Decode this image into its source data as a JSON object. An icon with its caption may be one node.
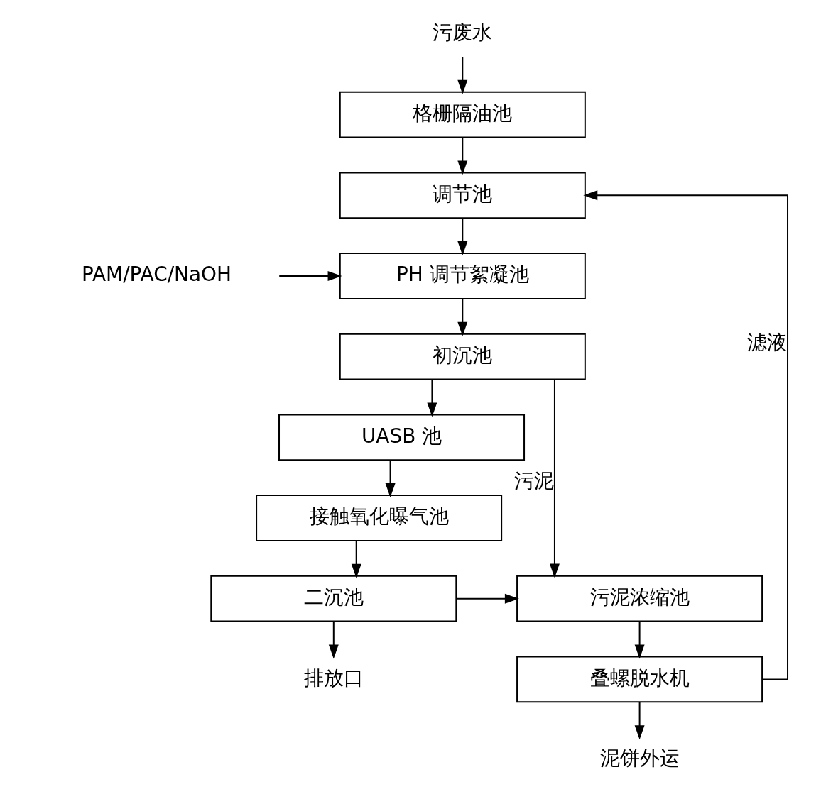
{
  "diagram": {
    "nodes": [
      {
        "text": [
          "污废水"
        ]
      },
      {
        "text": [
          "格栅隔油池"
        ]
      },
      {
        "text": [
          "调节池"
        ]
      },
      {
        "text": [
          "PH 调节絮凝池"
        ]
      },
      {
        "text": [
          "PAM/PAC/NaOH"
        ]
      },
      {
        "text": [
          "初沉池"
        ]
      },
      {
        "text": [
          "UASB 池"
        ]
      },
      {
        "text": [
          "接触氧化曝气池"
        ]
      },
      {
        "text": [
          "二沉池"
        ]
      },
      {
        "text": [
          "排放口"
        ]
      },
      {
        "text": [
          "污泥浓缩池"
        ]
      },
      {
        "text": [
          "叠螺脱水机"
        ]
      },
      {
        "text": [
          "泥饼外运"
        ]
      }
    ],
    "edges": [
      {
        "from": 0,
        "to": 1,
        "arrow": "to"
      },
      {
        "from": 1,
        "to": 2,
        "arrow": "to"
      },
      {
        "from": 2,
        "to": 3,
        "arrow": "to"
      },
      {
        "from": 4,
        "to": 3,
        "arrow": "to"
      },
      {
        "from": 3,
        "to": 5,
        "arrow": "to"
      },
      {
        "from": 5,
        "to": 6,
        "arrow": "to"
      },
      {
        "from": 6,
        "to": 7,
        "arrow": "to"
      },
      {
        "from": 7,
        "to": 8,
        "arrow": "to"
      },
      {
        "from": 8,
        "to": 9,
        "arrow": "to"
      },
      {
        "from": 5,
        "to": 10,
        "label": "污泥",
        "arrow": "to"
      },
      {
        "from": 8,
        "to": 10,
        "arrow": "to"
      },
      {
        "from": 10,
        "to": 11,
        "arrow": "to"
      },
      {
        "from": 11,
        "to": 12,
        "arrow": "to"
      },
      {
        "from": 11,
        "to": 2,
        "label": "滤液",
        "arrow": "to"
      }
    ]
  }
}
